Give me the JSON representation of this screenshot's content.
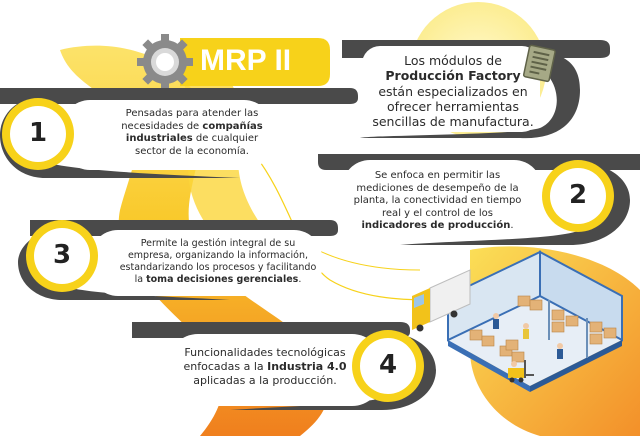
{
  "title": "MRP II",
  "intro": {
    "line1": "Los módulos de",
    "bold": "Producción Factory",
    "line3": "están especializados en",
    "line4": "ofrecer herramientas",
    "line5": "sencillas de manufactura."
  },
  "items": [
    {
      "number": "1",
      "pre": "Pensadas para atender las necesidades de ",
      "bold": "compañías industriales",
      "post": " de cualquier sector de la economía."
    },
    {
      "number": "2",
      "pre": "Se enfoca en permitir las mediciones de desempeño de la planta, la conectividad en tiempo real y el control de los ",
      "bold": "indicadores de producción",
      "post": "."
    },
    {
      "number": "3",
      "pre": "Permite la gestión integral de su empresa, organizando la información, estandarizando los procesos y facilitando la ",
      "bold": "toma decisiones gerenciales",
      "post": "."
    },
    {
      "number": "4",
      "pre": "Funcionalidades tecnológicas enfocadas a la ",
      "bold": "Industria 4.0",
      "post": " aplicadas a la producción."
    }
  ],
  "icons": [
    "gear-icon",
    "document-icon",
    "warehouse-illustration",
    "truck-illustration",
    "forklift-illustration"
  ],
  "colors": {
    "yellow": "#F7D21A",
    "orange": "#F28A1E",
    "dark_gray": "#4a4a4a",
    "gear_gray": "#8a8a8a"
  }
}
